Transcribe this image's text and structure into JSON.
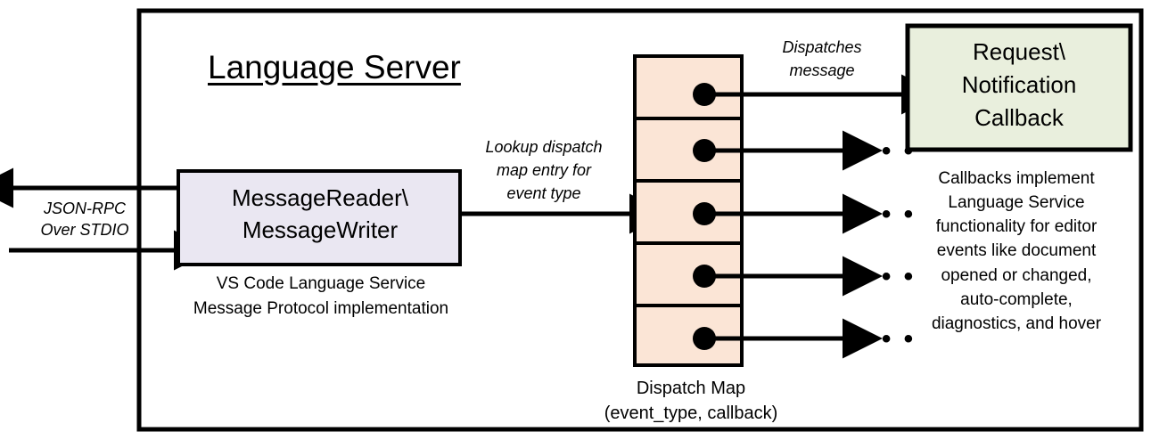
{
  "diagram": {
    "title": "Language Server",
    "outer_border_color": "#000000",
    "background": "#ffffff"
  },
  "io": {
    "label": "JSON-RPC\nOver STDIO",
    "outbound_arrow_name": "arrow-out-left",
    "inbound_arrow_name": "arrow-in-right"
  },
  "reader_box": {
    "label": "MessageReader\\\nMessageWriter",
    "caption": "VS Code Language Service\nMessage Protocol implementation",
    "fill": "#eae7f2",
    "stroke": "#000000"
  },
  "lookup_arrow": {
    "label": "Lookup dispatch\nmap entry for\nevent type"
  },
  "dispatch_map": {
    "caption": "Dispatch Map\n(event_type, callback)",
    "fill": "#fbe5d6",
    "stroke": "#000000",
    "rows": [
      {
        "index": 1,
        "dot": "callback-dot",
        "target": "callback-box"
      },
      {
        "index": 2,
        "dot": "callback-dot",
        "target": "ellipsis"
      },
      {
        "index": 3,
        "dot": "callback-dot",
        "target": "ellipsis"
      },
      {
        "index": 4,
        "dot": "callback-dot",
        "target": "ellipsis"
      },
      {
        "index": 5,
        "dot": "callback-dot",
        "target": "ellipsis"
      }
    ],
    "ellipsis_glyph": "• • •"
  },
  "dispatch_arrow": {
    "label": "Dispatches\nmessage"
  },
  "callback_box": {
    "label": "Request\\\nNotification\nCallback",
    "caption": "Callbacks implement\nLanguage Service\nfunctionality for editor\nevents like document\nopened or changed,\nauto-complete,\ndiagnostics, and hover",
    "fill": "#e9efdd",
    "stroke": "#000000"
  }
}
